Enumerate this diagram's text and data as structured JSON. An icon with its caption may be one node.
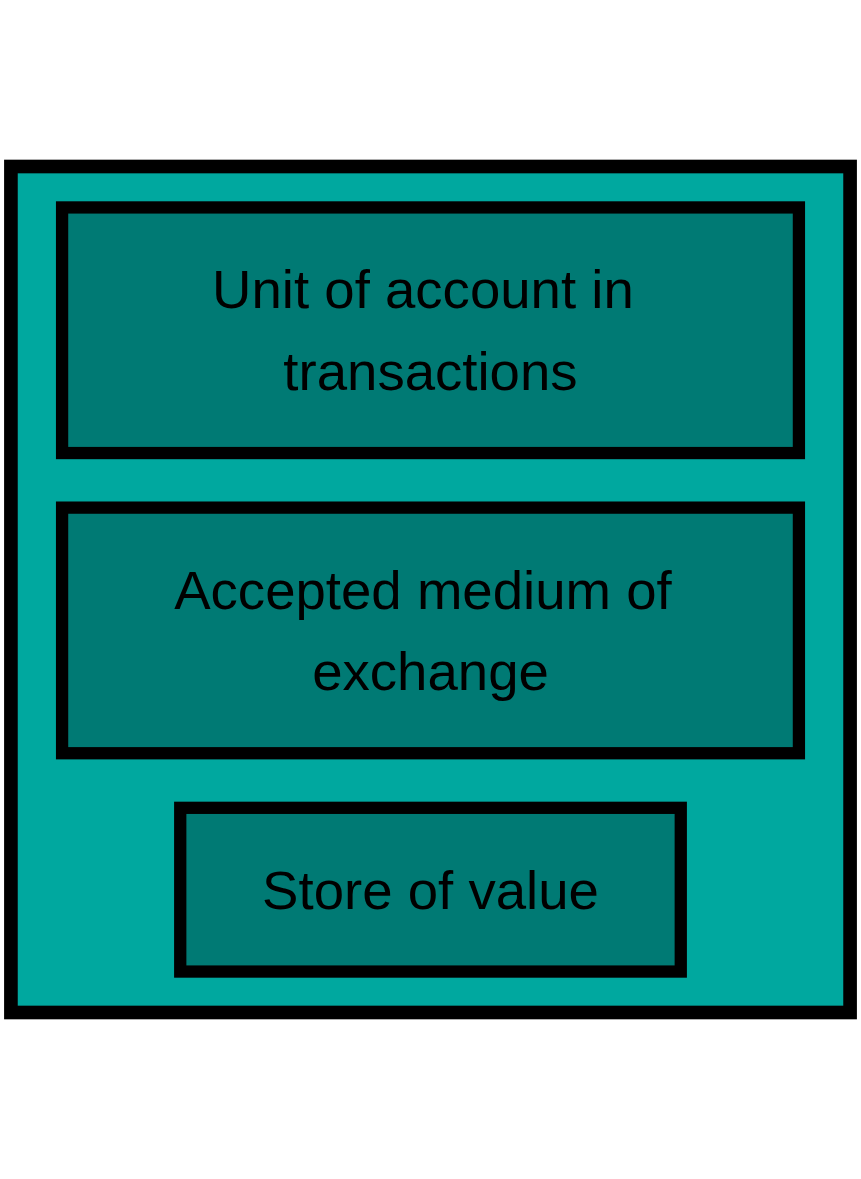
{
  "diagram": {
    "nodes": [
      {
        "text": [],
        "shape": "box"
      },
      {
        "text": [
          "Unit of account in transactions"
        ],
        "in": 0
      },
      {
        "text": [
          "Accepted medium of exchange"
        ],
        "in": 0
      },
      {
        "text": [
          "Store of value"
        ],
        "in": 0
      }
    ]
  }
}
